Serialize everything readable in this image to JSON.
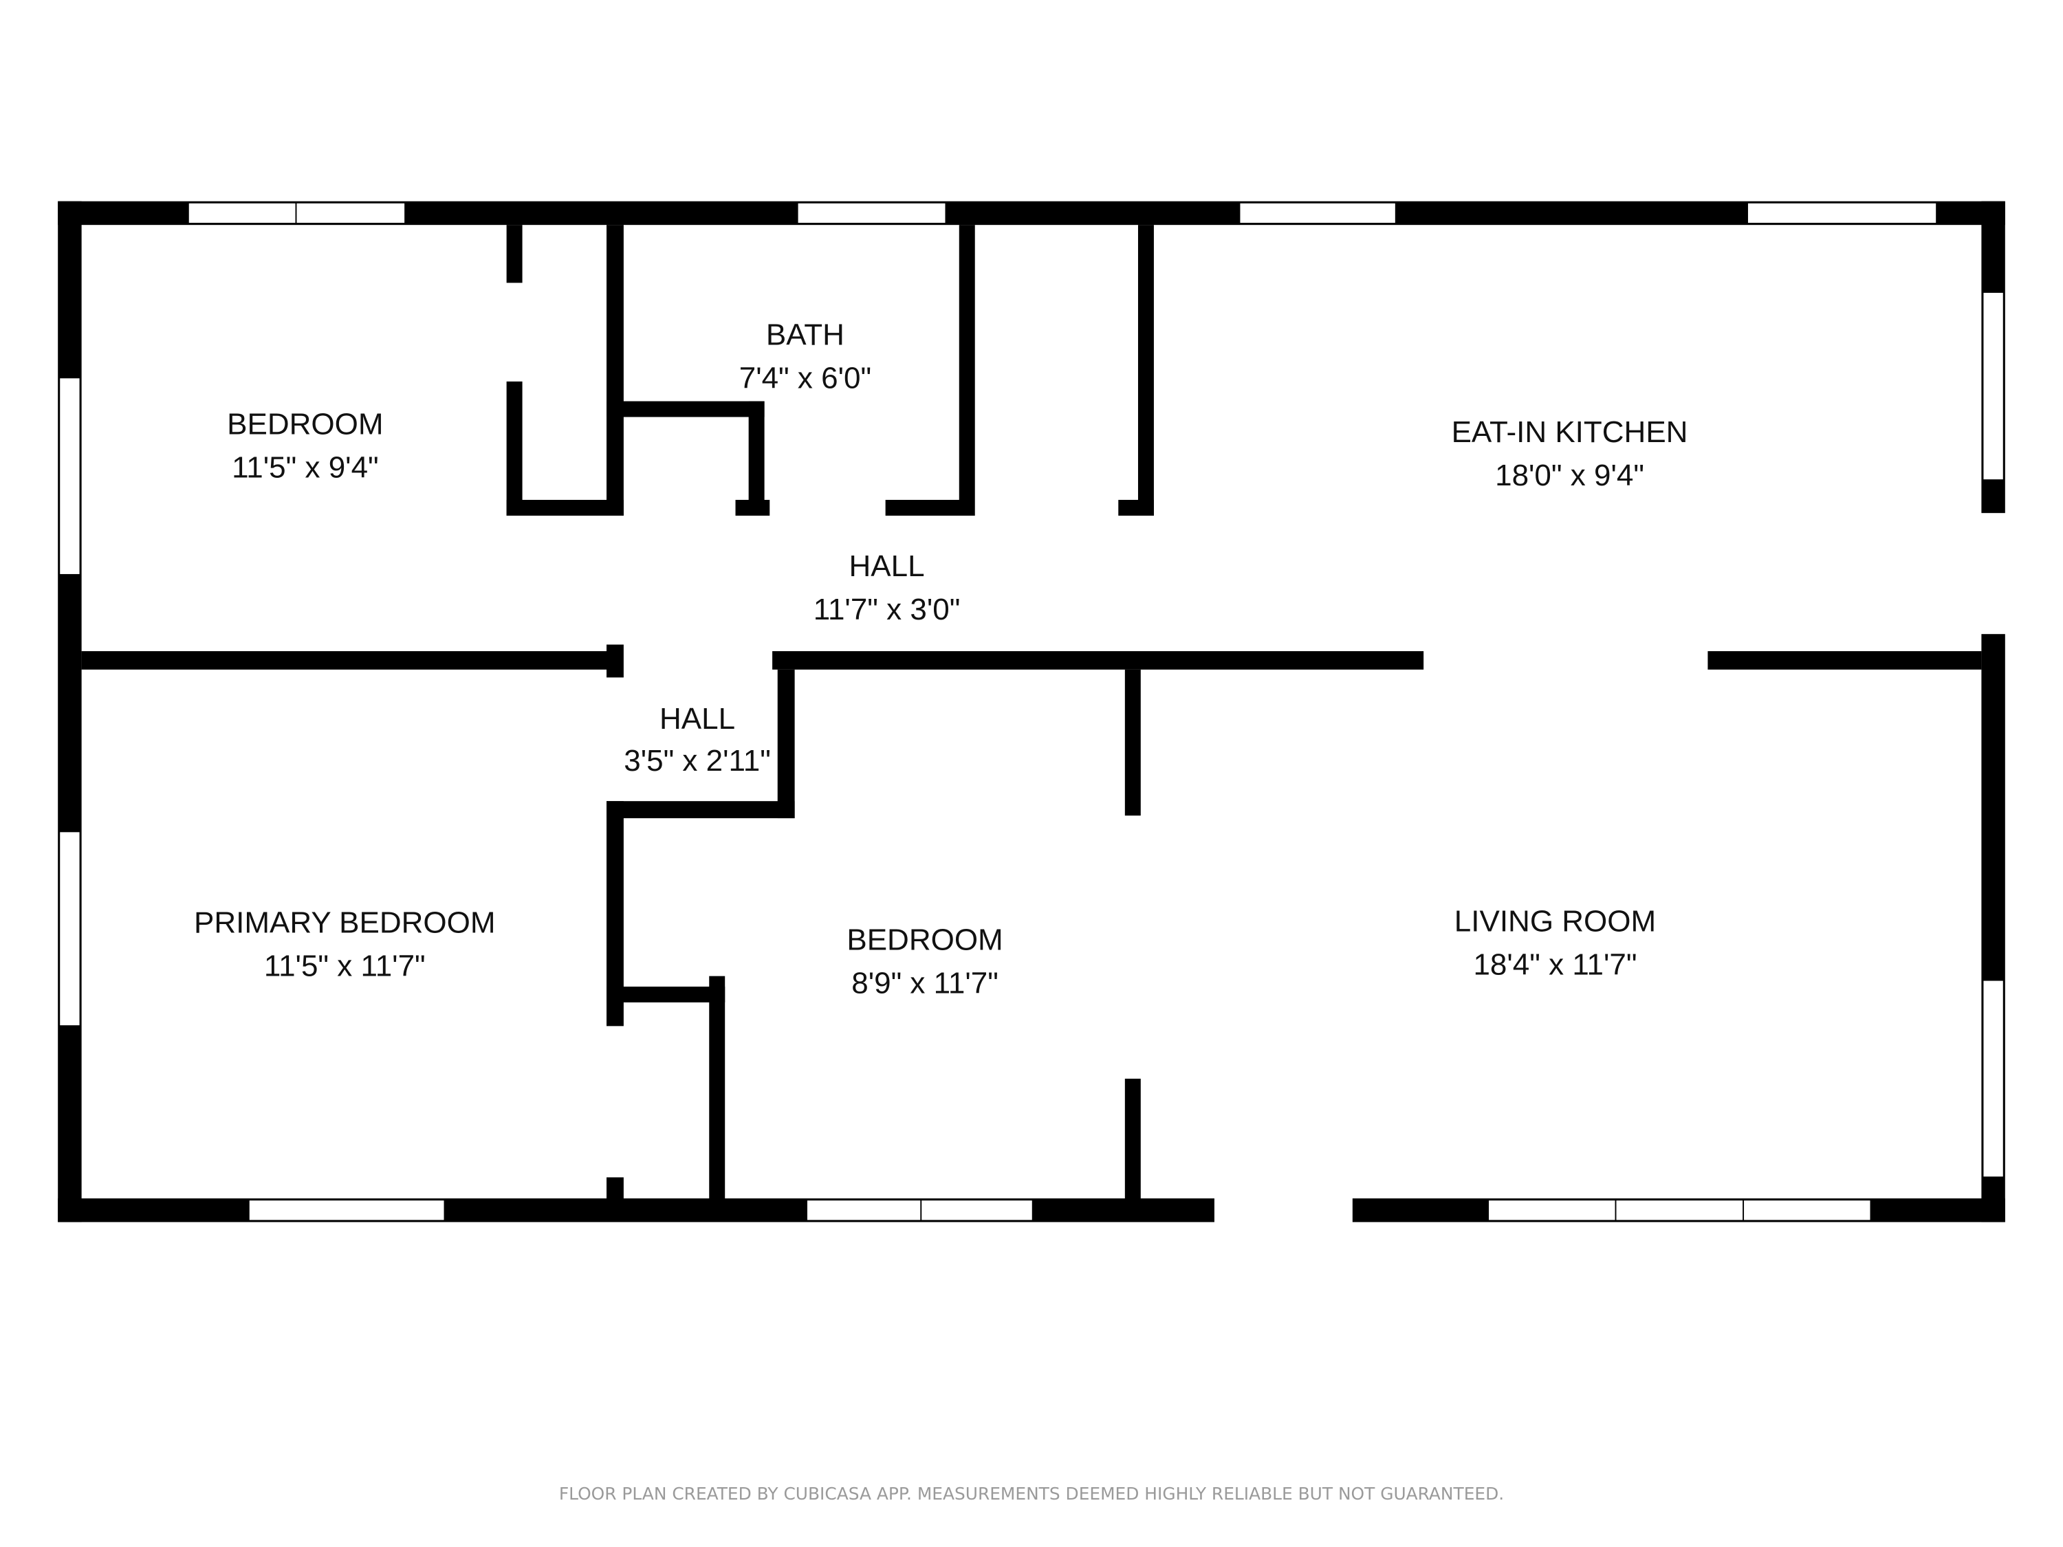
{
  "rooms": {
    "bedroom_1": {
      "name": "BEDROOM",
      "size": "11'5\" x 9'4\""
    },
    "bath": {
      "name": "BATH",
      "size": "7'4\" x 6'0\""
    },
    "kitchen": {
      "name": "EAT-IN KITCHEN",
      "size": "18'0\" x 9'4\""
    },
    "hall_main": {
      "name": "HALL",
      "size": "11'7\" x 3'0\""
    },
    "hall_small": {
      "name": "HALL",
      "size": "3'5\" x 2'11\""
    },
    "primary_bedroom": {
      "name": "PRIMARY BEDROOM",
      "size": "11'5\" x 11'7\""
    },
    "bedroom_2": {
      "name": "BEDROOM",
      "size": "8'9\" x 11'7\""
    },
    "living_room": {
      "name": "LIVING ROOM",
      "size": "18'4\" x 11'7\""
    }
  },
  "footer": "FLOOR PLAN CREATED BY CUBICASA APP. MEASUREMENTS DEEMED HIGHLY RELIABLE BUT NOT GUARANTEED."
}
